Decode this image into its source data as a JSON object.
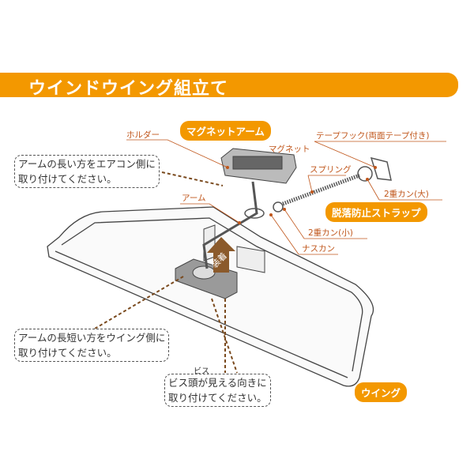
{
  "title": "ウインドウイング組立て",
  "labels": {
    "holder": "ホルダー",
    "magnet_arm": "マグネットアーム",
    "magnet": "マグネット",
    "tape_hook": "テープフック(両面テープ付き)",
    "spring": "スプリング",
    "double_ring_large": "2重カン(大)",
    "strap": "脱落防止ストラップ",
    "arm": "アーム",
    "double_ring_small": "2重カン(小)",
    "snap_hook": "ナスカン",
    "screw": "ビス",
    "wing": "ウイング",
    "attach_arrow": "装着"
  },
  "callouts": {
    "aircon_side": [
      "アームの長い方をエアコン側に",
      "取り付けてください。"
    ],
    "wing_side": [
      "アームの長短い方をウイング側に",
      "取り付けてください。"
    ],
    "screw_head": [
      "ビス頭が見える向きに",
      "取り付けてください。"
    ]
  },
  "colors": {
    "accent": "#f39800",
    "leader": "#c0561b",
    "dash": "#7a4a1e"
  }
}
